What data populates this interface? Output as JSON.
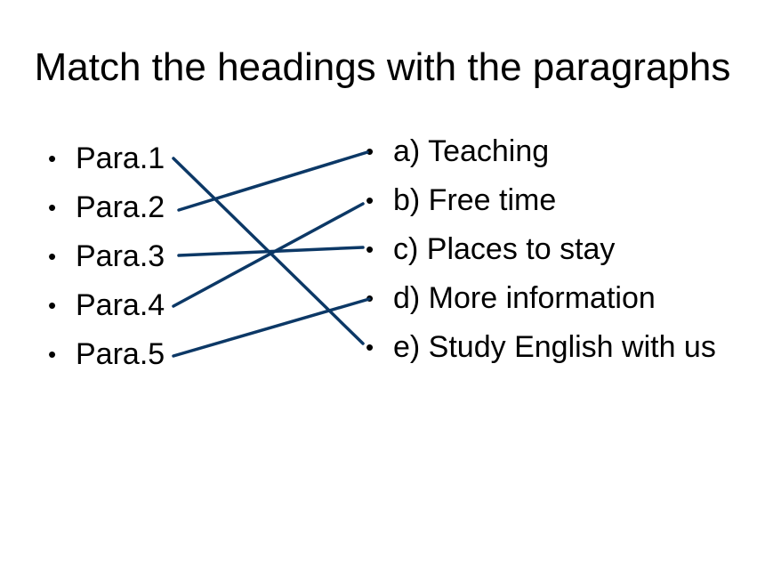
{
  "title": "Match the headings with the paragraphs",
  "bullet": "•",
  "paragraphs": [
    "Para.1",
    "Para.2",
    "Para.3",
    "Para.4",
    "Para.5"
  ],
  "headings": [
    "a) Teaching",
    "b) Free time",
    "c) Places to stay",
    "d) More information",
    "e) Study English with us"
  ],
  "line_color": "#0c3866",
  "matches": [
    {
      "paragraph": "Para.1",
      "heading": "e) Study English with us"
    },
    {
      "paragraph": "Para.2",
      "heading": "a) Teaching"
    },
    {
      "paragraph": "Para.3",
      "heading": "c) Places to stay"
    },
    {
      "paragraph": "Para.4",
      "heading": "b) Free time"
    },
    {
      "paragraph": "Para.5",
      "heading": "d) More information"
    }
  ]
}
